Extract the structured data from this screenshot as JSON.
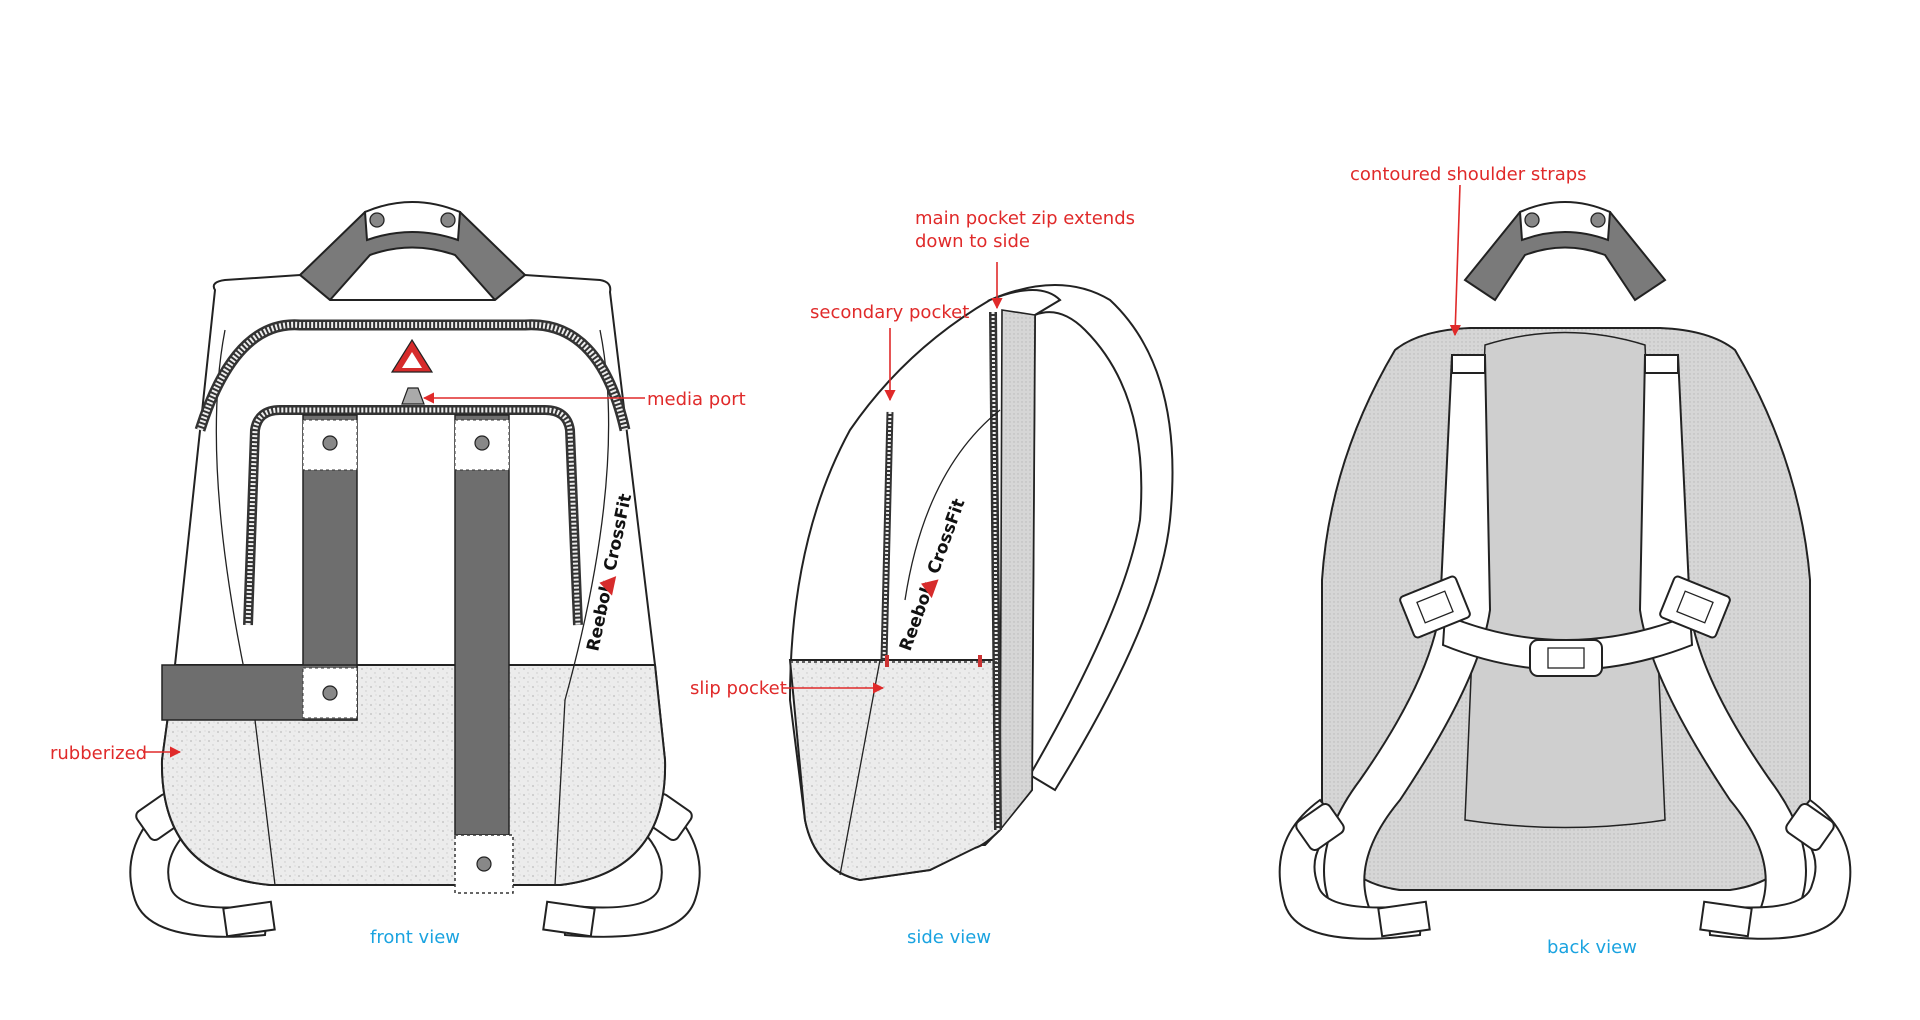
{
  "brand": {
    "name": "Reebok",
    "sub": "CrossFit"
  },
  "callouts": {
    "media_port": "media port",
    "rubberized": "rubberized",
    "main_pocket_line1": "main pocket zip extends",
    "main_pocket_line2": "down to side",
    "secondary_pocket": "secondary pocket",
    "slip_pocket": "slip pocket",
    "shoulder_straps": "contoured shoulder straps"
  },
  "views": {
    "front": "front view",
    "side": "side view",
    "back": "back view"
  },
  "colors": {
    "callout": "#e02a2a",
    "view_label": "#1aa3e0",
    "strap_gray": "#6e6e6e",
    "mesh_gray": "#d2d2d2",
    "rubber": "#e6e6e6",
    "logo_red": "#d62b2b"
  }
}
